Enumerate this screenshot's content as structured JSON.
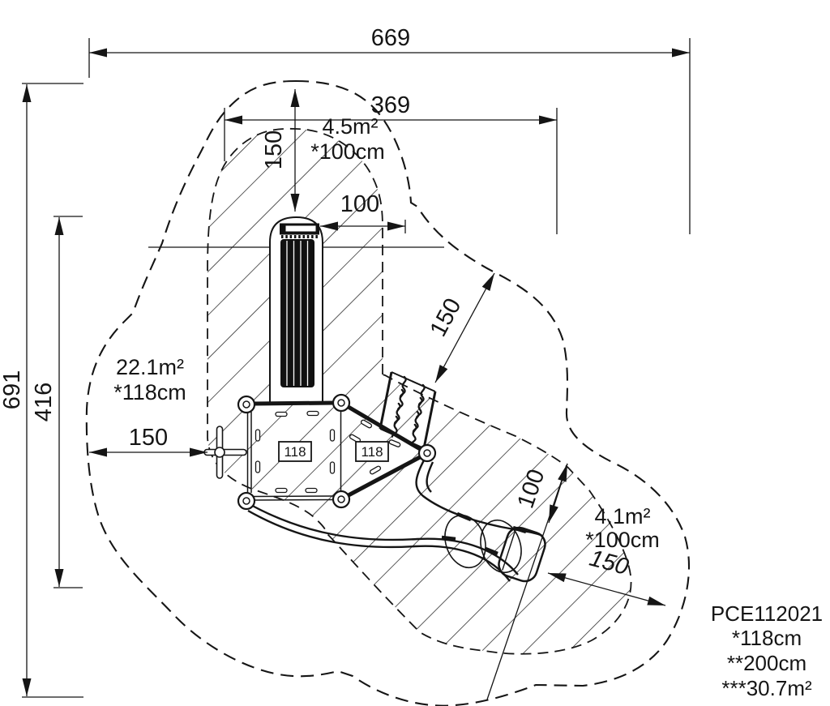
{
  "title": "Playground equipment plan drawing",
  "product": {
    "code": "PCE112021",
    "spec1": "*118cm",
    "spec2": "**200cm",
    "spec3": "***30.7m²"
  },
  "zones": {
    "tower": {
      "area": "4.5m²",
      "fall_height": "*100cm"
    },
    "main": {
      "area": "22.1m²",
      "fall_height": "*118cm"
    },
    "slide": {
      "area": "4.1m²",
      "fall_height": "*100cm"
    }
  },
  "dimensions": {
    "overall_width": "669",
    "upper_width": "369",
    "overall_height": "691",
    "inner_height": "416",
    "top_clearance": "150",
    "tower_offset": "100",
    "left_clearance": "150",
    "net_clearance": "150",
    "slide_clearance": "100",
    "slide_end_clearance": "150"
  },
  "platforms": {
    "square_label": "118",
    "triangle_label": "118"
  }
}
